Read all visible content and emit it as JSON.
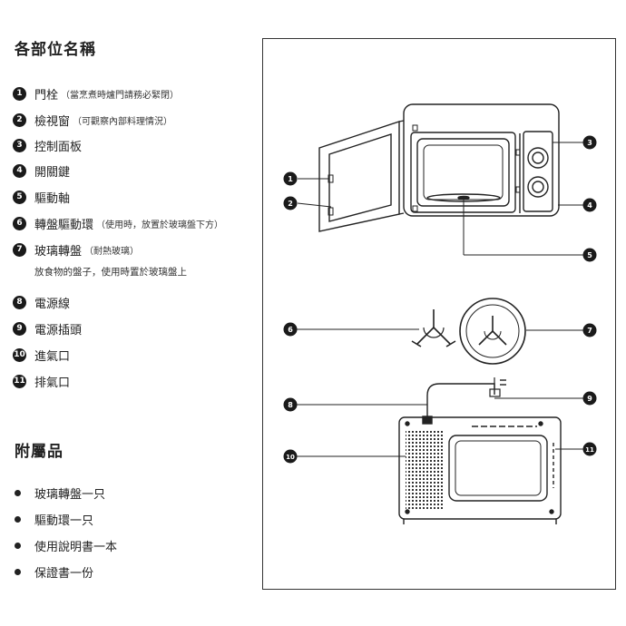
{
  "parts_title": "各部位名稱",
  "parts": [
    {
      "num": "1",
      "label": "門栓",
      "note": "（當烹煮時爐門請務必緊閉）"
    },
    {
      "num": "2",
      "label": "檢視窗",
      "note": "（可觀察內部料理情況）"
    },
    {
      "num": "3",
      "label": "控制面板",
      "note": ""
    },
    {
      "num": "4",
      "label": "開關鍵",
      "note": ""
    },
    {
      "num": "5",
      "label": "驅動軸",
      "note": ""
    },
    {
      "num": "6",
      "label": "轉盤驅動環",
      "note": "（使用時，放置於玻璃盤下方）"
    },
    {
      "num": "7",
      "label": "玻璃轉盤",
      "note": "（耐熱玻璃）"
    },
    {
      "num": "8",
      "label": "電源線",
      "note": ""
    },
    {
      "num": "9",
      "label": "電源插頭",
      "note": ""
    },
    {
      "num": "10",
      "label": "進氣口",
      "note": ""
    },
    {
      "num": "11",
      "label": "排氣口",
      "note": ""
    }
  ],
  "part7_subnote": "放食物的盤子，使用時置於玻璃盤上",
  "accessories_title": "附屬品",
  "accessories": [
    "玻璃轉盤一只",
    "驅動環一只",
    "使用說明書一本",
    "保證書一份"
  ],
  "callouts": [
    "1",
    "2",
    "3",
    "4",
    "5",
    "6",
    "7",
    "8",
    "9",
    "10",
    "11"
  ]
}
